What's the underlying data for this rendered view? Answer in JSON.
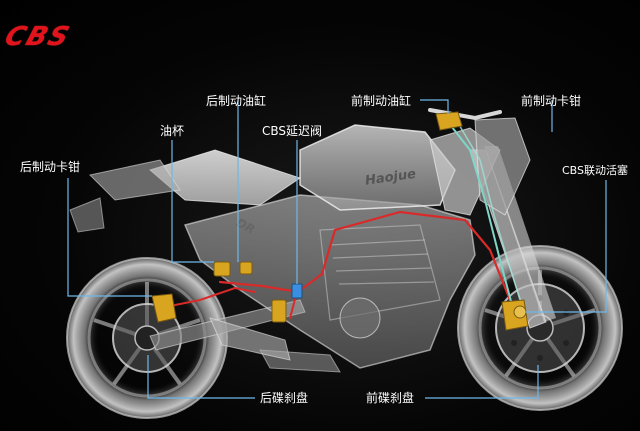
{
  "logo": {
    "text": "CBS",
    "color": "#e3131b"
  },
  "bike": {
    "tank_brand": "Haojue",
    "side_model": "DR"
  },
  "labels": {
    "rear_master_cyl": "后制动油缸",
    "front_master_cyl": "前制动油缸",
    "front_caliper": "前制动卡钳",
    "oil_cup": "油杯",
    "cbs_delay_valve": "CBS延迟阀",
    "rear_caliper": "后制动卡钳",
    "cbs_piston": "CBS联动活塞",
    "rear_disc": "后碟刹盘",
    "front_disc": "前碟刹盘"
  },
  "colors": {
    "leader_line": "#6fb7e8",
    "brake_line_red": "#d92a2a",
    "brake_line_green": "#7fd6c8",
    "caliper_gold": "#d9a520"
  }
}
